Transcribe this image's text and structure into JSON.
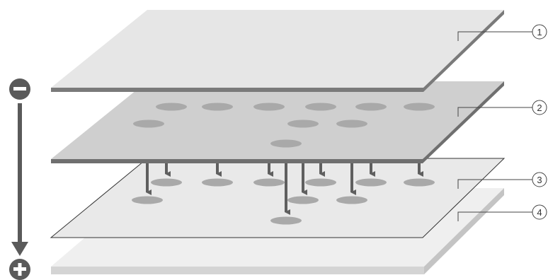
{
  "callouts": [
    "1",
    "2",
    "3",
    "4"
  ],
  "polarity": {
    "top": "−",
    "bottom": "+"
  },
  "colors": {
    "plate_top_face": "#e6e6e6",
    "plate_top_edge": "#7a7a7a",
    "plate_middle_face": "#cfcfcf",
    "plate_middle_edge": "#6f6f6f",
    "spot": "#a9a9a9",
    "arrow": "#5f5f5f",
    "layer3_face": "#e9e9e9",
    "layer3_edge": "#333333",
    "layer4_face": "#efefef",
    "layer4_edge": "#c8c8c8",
    "polarity_circle": "#5a5a5a",
    "callout_line": "#444444"
  },
  "icons": {
    "top_sign": "minus-circle-icon",
    "bottom_sign": "plus-circle-icon",
    "flow": "down-arrow-icon"
  }
}
